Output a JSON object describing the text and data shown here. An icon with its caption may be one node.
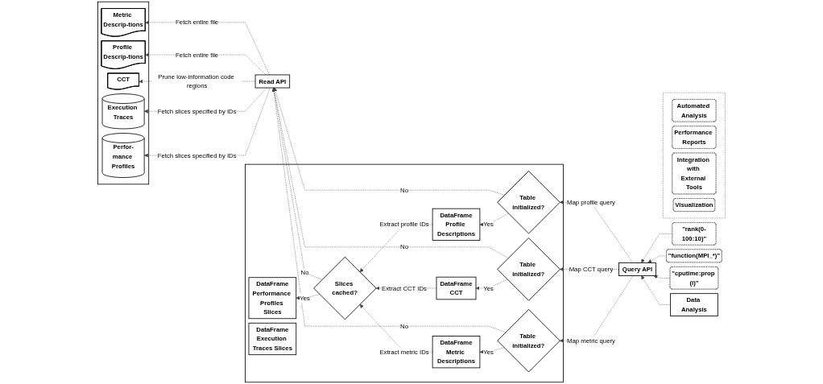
{
  "diagram": {
    "nodes": [
      {
        "text": [],
        "shape": "box"
      },
      {
        "text": [
          "Metric Descrip-tions"
        ],
        "in": 0
      },
      {
        "text": [
          "Profile Descrip-tions"
        ],
        "in": 0
      },
      {
        "text": [
          "CCT"
        ],
        "in": 0
      },
      {
        "text": [
          "Execution Traces"
        ],
        "in": 0
      },
      {
        "text": [
          "Perfor-mance Profiles"
        ],
        "in": 0
      },
      {
        "text": [
          "Read API"
        ]
      },
      {
        "text": [],
        "shape": "box"
      },
      {
        "text": [
          "Table initialized?"
        ],
        "in": 7
      },
      {
        "text": [
          "Table initialized?"
        ],
        "in": 7
      },
      {
        "text": [
          "Table initialized?"
        ],
        "in": 7
      },
      {
        "text": [
          "DataFrame",
          "Profile Descriptions"
        ],
        "in": 7
      },
      {
        "text": [
          "DataFrame",
          "CCT"
        ],
        "in": 7
      },
      {
        "text": [
          "DataFrame",
          "Metric Descriptions"
        ],
        "in": 7
      },
      {
        "text": [
          "Slices cached?"
        ],
        "in": 7
      },
      {
        "text": [
          "DataFrame",
          "Performance Profiles Slices"
        ],
        "in": 7
      },
      {
        "text": [
          "DataFrame",
          "Execution Traces Slices"
        ],
        "in": 7
      },
      {
        "text": [
          "\"rank(0-100:10)\""
        ]
      },
      {
        "text": [
          "\"function(MPI_*)\""
        ]
      },
      {
        "text": [
          "\"cputime:prop (i)\""
        ]
      },
      {
        "text": [
          "Query API"
        ]
      },
      {
        "text": [
          "Data Analysis"
        ]
      },
      {
        "text": [],
        "shape": "box"
      },
      {
        "text": [
          "Automated Analysis"
        ],
        "in": 22
      },
      {
        "text": [
          "Performance Reports"
        ],
        "in": 22
      },
      {
        "text": [
          "Integration with External Tools"
        ],
        "in": 22
      },
      {
        "text": [
          "Visualization"
        ],
        "in": 22
      }
    ],
    "edges": [
      {
        "from": 17,
        "to": 20,
        "arrow": "to",
        "style": "dashed"
      },
      {
        "from": 18,
        "to": 20,
        "arrow": "to",
        "style": "dashed"
      },
      {
        "from": 19,
        "to": 20,
        "arrow": "to",
        "style": "dashed"
      },
      {
        "from": 21,
        "to": 20,
        "arrow": "to",
        "style": "dashed"
      },
      {
        "from": 20,
        "to": 8,
        "arrow": "to",
        "style": "dashed",
        "label": "Map profile query"
      },
      {
        "from": 20,
        "to": 9,
        "arrow": "to",
        "style": "dashed",
        "label": "Map CCT query"
      },
      {
        "from": 20,
        "to": 10,
        "arrow": "to",
        "style": "dashed",
        "label": "Map metric query"
      },
      {
        "from": 8,
        "to": 6,
        "arrow": "to",
        "style": "dashed",
        "label": "No"
      },
      {
        "from": 9,
        "to": 6,
        "arrow": "to",
        "style": "dashed",
        "label": "No"
      },
      {
        "from": 10,
        "to": 6,
        "arrow": "to",
        "style": "dashed",
        "label": "No"
      },
      {
        "from": 8,
        "to": 11,
        "arrow": "to",
        "style": "dashed",
        "label": "Yes"
      },
      {
        "from": 9,
        "to": 12,
        "arrow": "to",
        "style": "dashed",
        "label": "Yes"
      },
      {
        "from": 10,
        "to": 13,
        "arrow": "to",
        "style": "dashed",
        "label": "Yes"
      },
      {
        "from": 11,
        "to": 14,
        "arrow": "to",
        "style": "dashed",
        "label": "Extract profile IDs"
      },
      {
        "from": 12,
        "to": 14,
        "arrow": "to",
        "style": "dashed",
        "label": "Extract CCT IDs"
      },
      {
        "from": 13,
        "to": 14,
        "arrow": "to",
        "style": "dashed",
        "label": "Extract metric IDs"
      },
      {
        "from": 14,
        "to": 6,
        "arrow": "to",
        "style": "dashed",
        "label": "No"
      },
      {
        "from": 14,
        "to": 15,
        "arrow": "to",
        "style": "dashed",
        "label": "Yes"
      },
      {
        "from": 6,
        "to": 1,
        "arrow": "to",
        "style": "dashed",
        "label": "Fetch entire file"
      },
      {
        "from": 6,
        "to": 2,
        "arrow": "to",
        "style": "dashed",
        "label": "Fetch entire file"
      },
      {
        "from": 6,
        "to": 3,
        "arrow": "to",
        "style": "dashed",
        "label": "Prune low-information code regions"
      },
      {
        "from": 6,
        "to": 4,
        "arrow": "to",
        "style": "dashed",
        "label": "Fetch slices specified by IDs"
      },
      {
        "from": 6,
        "to": 5,
        "arrow": "to",
        "style": "dashed",
        "label": "Fetch slices specified by IDs"
      }
    ]
  }
}
